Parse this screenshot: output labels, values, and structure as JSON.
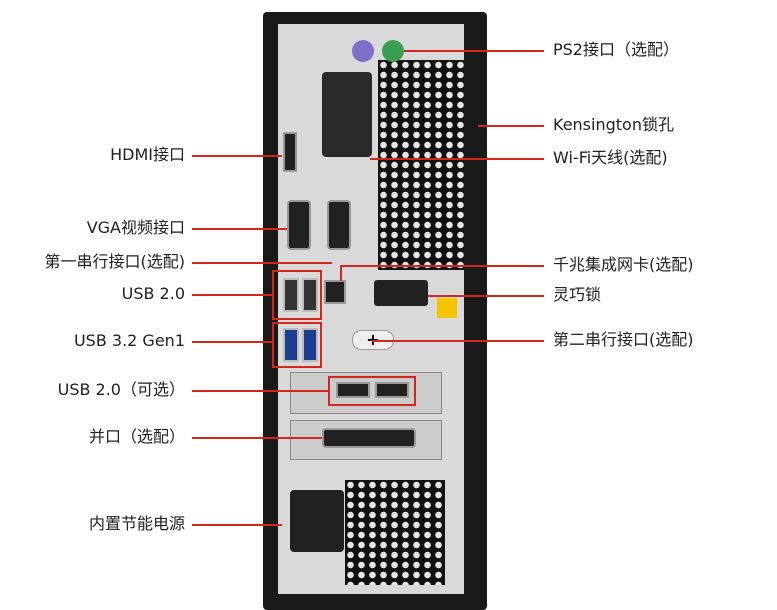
{
  "left_labels": [
    "HDMI接口",
    "VGA视频接口",
    "第一串行接口(选配)",
    "USB 2.0",
    "USB 3.2 Gen1",
    "USB 2.0（可选）",
    "并口（选配）",
    "内置节能电源"
  ],
  "right_labels": [
    "PS2接口（选配）",
    "Kensington锁孔",
    "Wi-Fi天线(选配)",
    "千兆集成网卡(选配)",
    "灵巧锁",
    "第二串行接口(选配)"
  ],
  "colors": {
    "callout": "#d3271d",
    "case": "#1a1a1a",
    "panel": "#d9d9d9"
  }
}
